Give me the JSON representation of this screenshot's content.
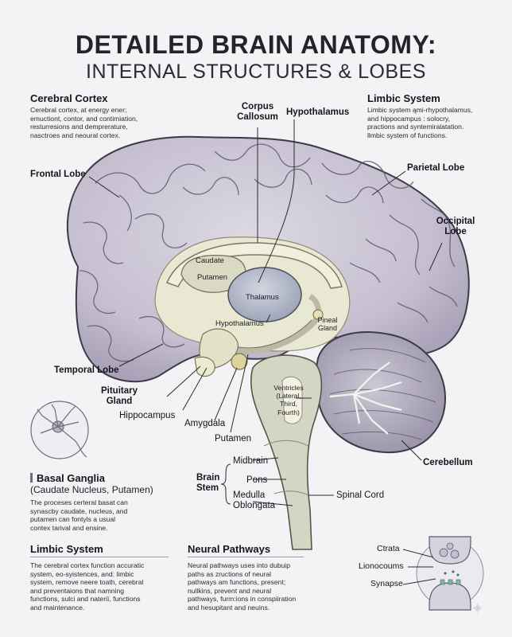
{
  "header": {
    "title": "DETAILED BRAIN ANATOMY:",
    "subtitle": "INTERNAL STRUCTURES & LOBES"
  },
  "cerebral_cortex": {
    "heading": "Cerebral Cortex",
    "lines": [
      "Cerebral cortex, at energy ener;",
      "emuctiont, contor, and contimiation,",
      "resturresions and demprerature,",
      "nasctroes and neoural cortex."
    ]
  },
  "limbic_top": {
    "heading": "Limbic System",
    "lines": [
      "Limbic system ąmi-rhypothalamus,",
      "and hippocampus : solocry,",
      "practions and syntemiralatation.",
      "llmbic system of functions."
    ]
  },
  "labels": {
    "corpus_callosum_1": "Corpus",
    "corpus_callosum_2": "Callosum",
    "hypothalamus_top": "Hypothalamus",
    "frontal_lobe": "Frontal Lobe",
    "parietal_lobe": "Parietal Lobe",
    "occipital_1": "Occipital",
    "occipital_2": "Lobe",
    "caudate": "Caudate",
    "putamen_inner": "Putamen",
    "thalamus": "Thalamus",
    "hypothalamus_inner": "Hypothalamus",
    "pineal_1": "Pineal",
    "pineal_2": "Gland",
    "temporal_lobe": "Temporal Lobe",
    "pituitary_1": "Pituitary",
    "pituitary_2": "Gland",
    "hippocampus": "Hippocampus",
    "amygdala": "Amygdala",
    "putamen_bottom": "Putamen",
    "ventricles_1": "Ventricles",
    "ventricles_2": "(Lateral,",
    "ventricles_3": "Third,",
    "ventricles_4": "Fourth)",
    "cerebellum": "Cerebellum",
    "brain_stem_1": "Brain",
    "brain_stem_2": "Stem",
    "midbrain": "Midbrain",
    "pons": "Pons",
    "medulla_1": "Medulla",
    "medulla_2": "Oblongata",
    "spinal_cord": "Spinal Cord"
  },
  "basal_ganglia": {
    "heading": "Basal Ganglia",
    "sub": "(Caudate Nucleus, Putamen)",
    "lines": [
      "The proceses certeral basat can",
      "synascby caudate, nucleus, and",
      "putamen can fontyls a usual",
      "contex tarival and ensine."
    ]
  },
  "limbic_bottom": {
    "heading": "Limbic System",
    "lines": [
      "The cerebral cortex function accuratic",
      "system, eo-syistences, and: limbic",
      "system, remove neere toath, cerebral",
      "and preventaions that namning",
      "functions, sulci and nateriï, functions",
      "and maintenance."
    ]
  },
  "neural_pathways": {
    "heading": "Neural Pathways",
    "lines": [
      "Neural pathways uses into dubuip",
      "paths as zructions of neural",
      "pathways am functions, present;",
      "nullkins, prevent and neural",
      "pathways, furm:ions in conspiiration",
      "and hesupitant and neuins."
    ]
  },
  "synapse_labels": {
    "ctrata": "Ctrata",
    "lionocoums": "Lionocoums",
    "synapse": "Synapse"
  },
  "colors": {
    "cortex": "#c9c4d2",
    "cortex_dark": "#aaa4b8",
    "outline": "#3c3a48",
    "inner_cream": "#ecebd6",
    "thalamus": "#b9bfcd",
    "stem": "#d3d4c2",
    "background": "#f3f3f5"
  }
}
